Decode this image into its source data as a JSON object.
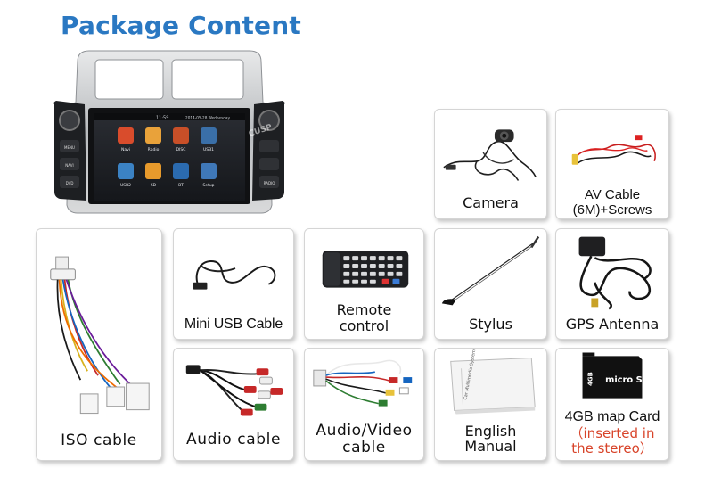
{
  "page": {
    "title": "Package Content"
  },
  "stereo": {
    "brand": "CUSP",
    "status_time": "11:59",
    "status_date": "2014-05-28 Wednesday",
    "apps": [
      {
        "label": "Navi",
        "icon": "navi-icon"
      },
      {
        "label": "Radio",
        "icon": "radio-icon"
      },
      {
        "label": "DISC",
        "icon": "disc-icon"
      },
      {
        "label": "USB1",
        "icon": "usb-icon"
      },
      {
        "label": "USB2",
        "icon": "usb-icon"
      },
      {
        "label": "SD",
        "icon": "sd-icon"
      },
      {
        "label": "BT",
        "icon": "bluetooth-icon"
      },
      {
        "label": "Setup",
        "icon": "gear-icon"
      }
    ],
    "left_buttons": [
      "MENU",
      "NAVI",
      "DVD"
    ],
    "right_buttons": [
      "",
      "",
      "RADIO"
    ]
  },
  "items": {
    "camera": {
      "label": "Camera"
    },
    "av_cable": {
      "line1": "AV Cable",
      "line2": "(6M)+Screws"
    },
    "iso_cable": {
      "label": "ISO cable"
    },
    "mini_usb": {
      "label": "Mini USB Cable"
    },
    "remote": {
      "line1": "Remote",
      "line2": "control"
    },
    "stylus": {
      "label": "Stylus"
    },
    "gps": {
      "label": "GPS Antenna"
    },
    "audio_cable": {
      "label": "Audio cable"
    },
    "av_video": {
      "line1": "Audio/Video",
      "line2": "cable"
    },
    "manual": {
      "line1": "English",
      "line2": "Manual",
      "book_text": "Car Multimedia System"
    },
    "map_card": {
      "line1": "4GB map Card",
      "line2": "（inserted in",
      "line3": "the stereo）",
      "capacity": "4GB",
      "logo": "micro SD"
    }
  },
  "colors": {
    "title": "#2a78c2",
    "note": "#d8442a",
    "card_border": "#d5d5d5"
  }
}
